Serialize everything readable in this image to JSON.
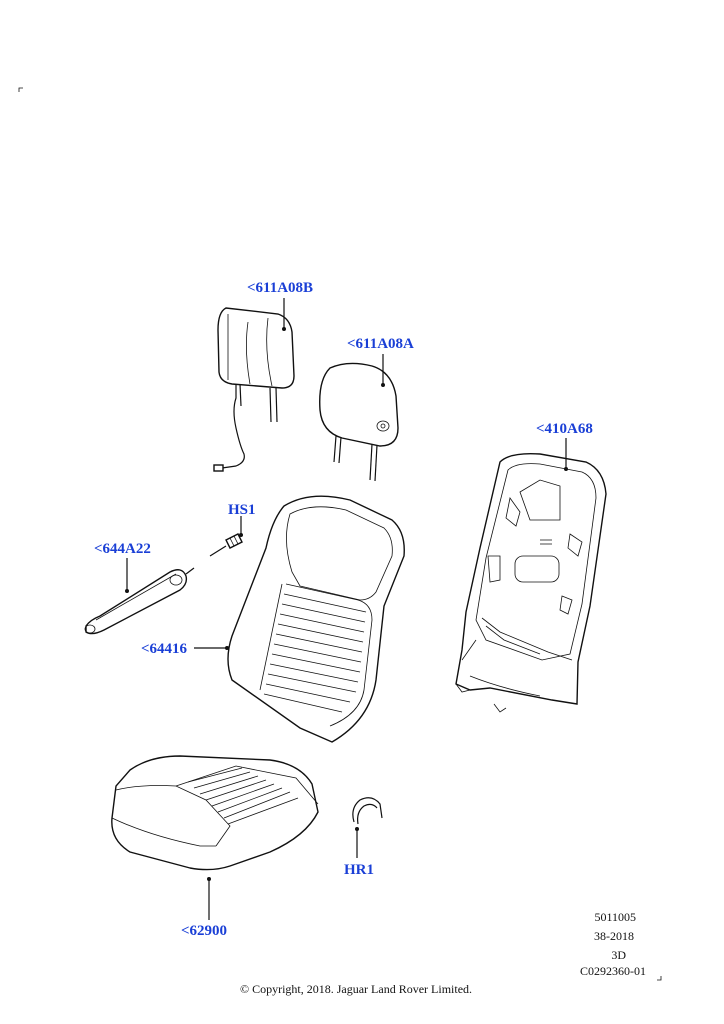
{
  "callouts": {
    "headrest_rear": "<611A08B",
    "headrest_front": "<611A08A",
    "backrest_frame": "<410A68",
    "seat_switch": "HS1",
    "side_trim": "<644A22",
    "backrest_cover": "<64416",
    "cushion_cover": "<62900",
    "hog_ring": "HR1"
  },
  "meta": {
    "line1": "5011005",
    "line2": "38-2018",
    "line3": "3D",
    "line4": "C0292360-01"
  },
  "copyright": "© Copyright, 2018. Jaguar Land Rover Limited."
}
